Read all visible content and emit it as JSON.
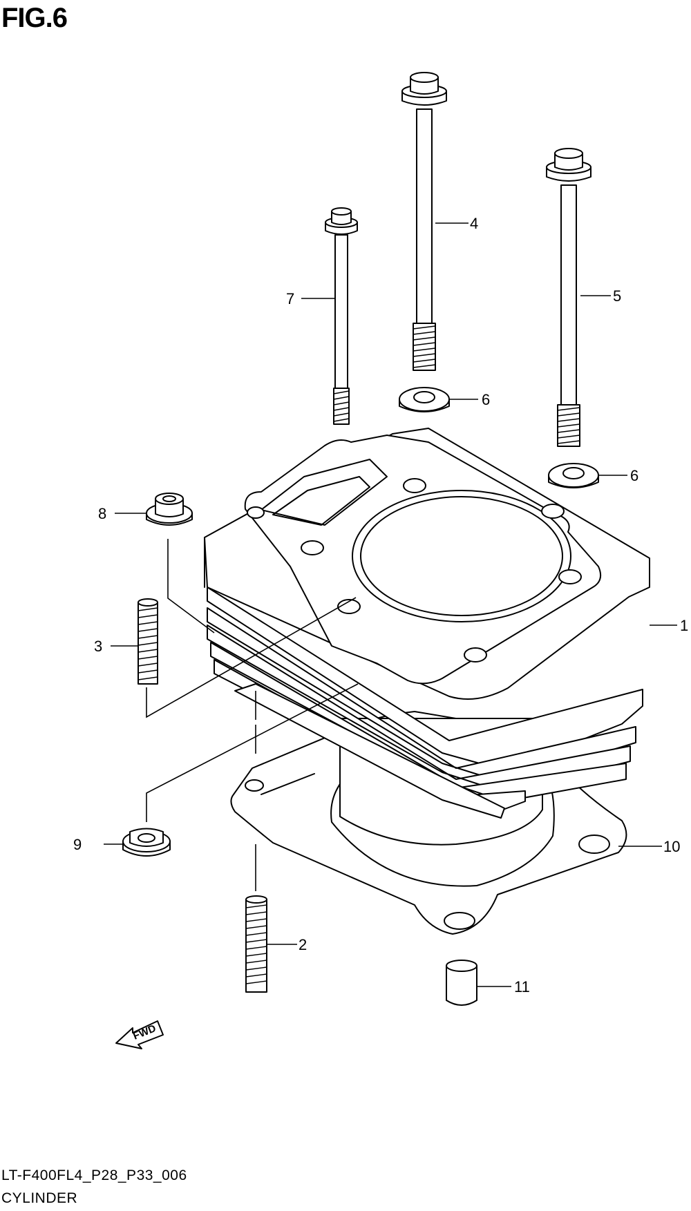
{
  "figure": {
    "title": "FIG.6"
  },
  "callouts": {
    "c1": "1",
    "c2": "2",
    "c3": "3",
    "c4": "4",
    "c5": "5",
    "c6a": "6",
    "c6b": "6",
    "c7": "7",
    "c8": "8",
    "c9": "9",
    "c10": "10",
    "c11": "11"
  },
  "fwd_marker": {
    "text": "FWD"
  },
  "footer": {
    "code": "LT-F400FL4_P28_P33_006",
    "name": "CYLINDER"
  }
}
